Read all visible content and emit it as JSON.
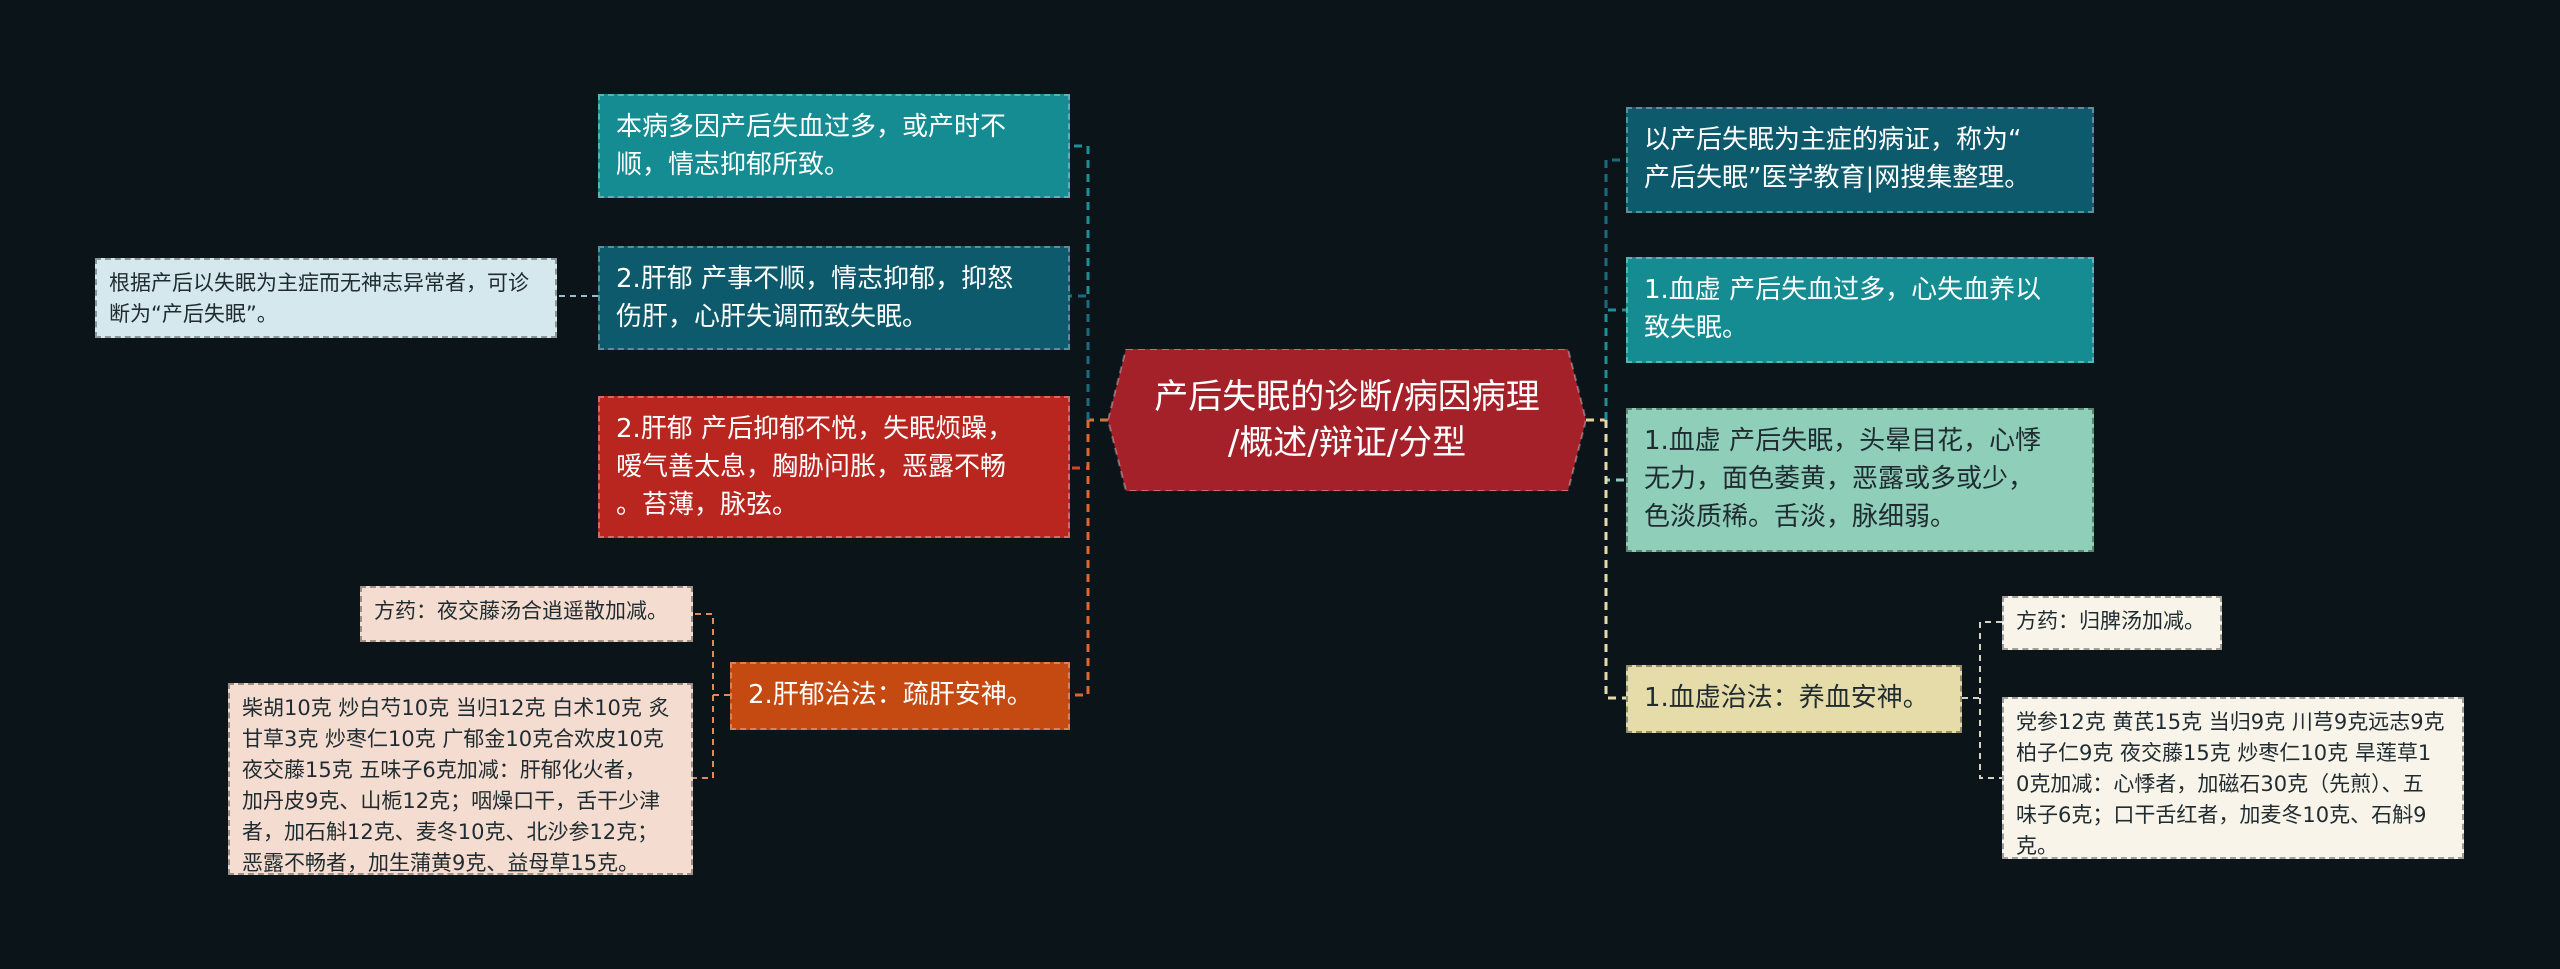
{
  "colors": {
    "background": "#0b1419",
    "center": "#a52129",
    "teal": "#148c92",
    "dark_teal": "#0e5a6d",
    "red": "#b8261f",
    "orange_red": "#c44a12",
    "mint": "#8fcfba",
    "cream": "#e6dcaa",
    "pale_blue": "#d5e8ee",
    "pale_pink": "#f4ddd0",
    "off_white": "#f8f4ea"
  },
  "center": {
    "text": "产后失眠的诊断/病因病理\n/概述/辩证/分型"
  },
  "left": {
    "cause": "本病多因产后失血过多，或产时不\n顺，情志抑郁所致。",
    "liver1": "2.肝郁 产事不顺，情志抑郁，抑怒\n伤肝，心肝失调而致失眠。",
    "liver1_note": "根据产后以失眠为主症而无神志异常者，可诊\n断为“产后失眠”。",
    "liver2": "2.肝郁 产后抑郁不悦，失眠烦躁，\n嗳气善太息，胸胁问胀，恶露不畅\n。苔薄，脉弦。",
    "treatment": "2.肝郁治法：疏肝安神。",
    "formula": "方药：夜交藤汤合逍遥散加减。",
    "herbs": "柴胡10克 炒白芍10克 当归12克 白术10克 炙\n甘草3克 炒枣仁10克 广郁金10克合欢皮10克\n夜交藤15克 五味子6克加减：肝郁化火者，\n加丹皮9克、山栀12克；咽燥口干，舌干少津\n者，加石斛12克、麦冬10克、北沙参12克；\n恶露不畅者，加生蒲黄9克、益母草15克。"
  },
  "right": {
    "overview": "以产后失眠为主症的病证，称为“\n产后失眠”医学教育|网搜集整理。",
    "blood1": "1.血虚 产后失血过多，心失血养以\n致失眠。",
    "blood2": "1.血虚 产后失眠，头晕目花，心悸\n无力，面色萎黄，恶露或多或少，\n色淡质稀。舌淡，脉细弱。",
    "treatment": "1.血虚治法：养血安神。",
    "formula": "方药：归脾汤加减。",
    "herbs": "党参12克 黄芪15克 当归9克 川芎9克远志9克\n 柏子仁9克 夜交藤15克 炒枣仁10克 旱莲草1\n0克加减：心悸者，加磁石30克（先煎）、五\n味子6克；口干舌红者，加麦冬10克、石斛9\n克。"
  }
}
